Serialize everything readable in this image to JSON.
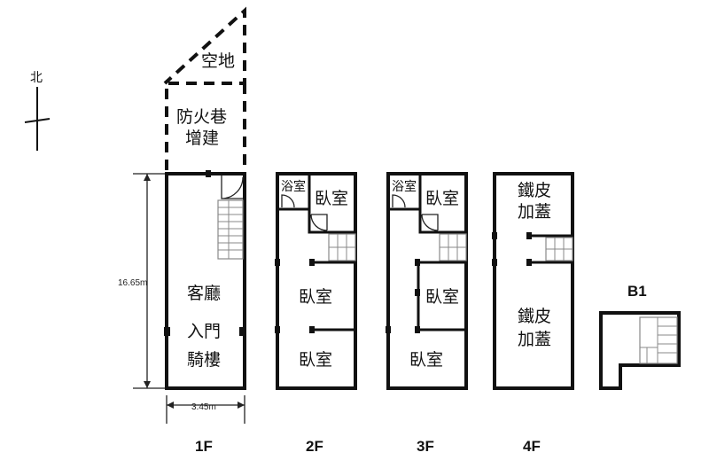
{
  "north": "北",
  "floors": {
    "f1": {
      "label": "1F",
      "rooms": {
        "yard": "空地",
        "alley_line1": "防火巷",
        "alley_line2": "增建",
        "living": "客廳",
        "entrance": "入門",
        "arcade": "騎樓"
      },
      "height_dim": "16.65m",
      "width_dim": "3.45m"
    },
    "f2": {
      "label": "2F",
      "rooms": {
        "bath": "浴室",
        "bedroom_top": "臥室",
        "bedroom_mid": "臥室",
        "bedroom_bottom": "臥室"
      }
    },
    "f3": {
      "label": "3F",
      "rooms": {
        "bath": "浴室",
        "bedroom_top": "臥室",
        "bedroom_mid": "臥室",
        "bedroom_bottom": "臥室"
      }
    },
    "f4": {
      "label": "4F",
      "rooms": {
        "roof_top_line1": "鐵皮",
        "roof_top_line2": "加蓋",
        "roof_bottom_line1": "鐵皮",
        "roof_bottom_line2": "加蓋"
      }
    },
    "b1": {
      "label": "B1"
    }
  }
}
